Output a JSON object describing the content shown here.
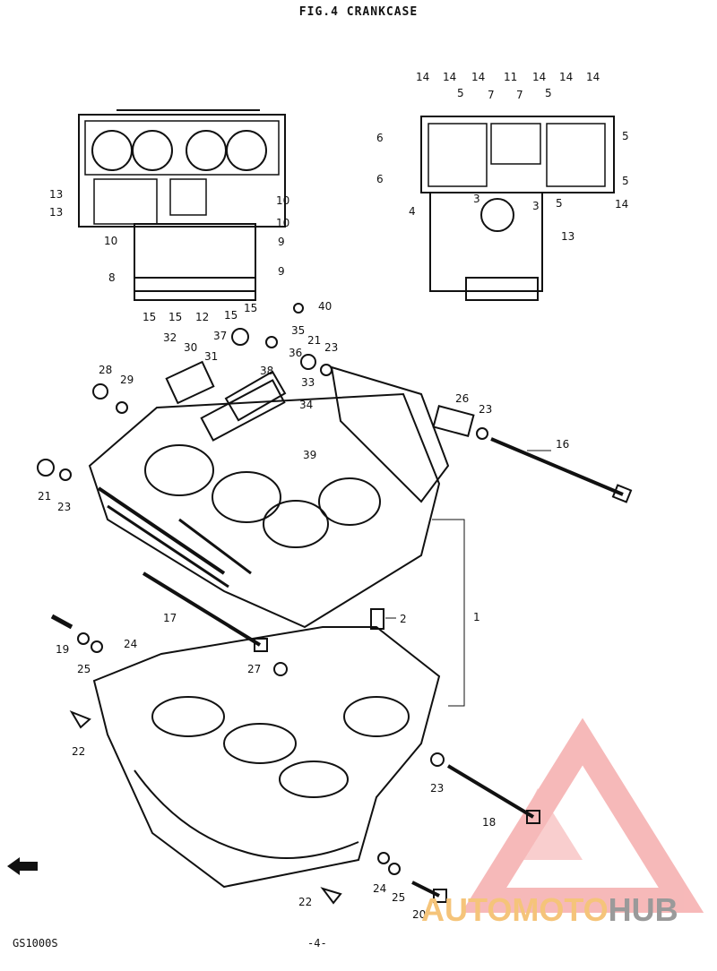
{
  "figure": {
    "title": "FIG.4 CRANKCASE",
    "model": "GS1000S",
    "page": "-4-"
  },
  "watermark": {
    "auto": "AUTOMOTO",
    "hub": "HUB",
    "accent_color": "#f08080"
  },
  "callouts": {
    "c1": "1",
    "c2": "2",
    "c3": "3",
    "c4": "4",
    "c5": "5",
    "c6": "6",
    "c7": "7",
    "c8": "8",
    "c9": "9",
    "c10": "10",
    "c11": "11",
    "c12": "12",
    "c13": "13",
    "c14": "14",
    "c15": "15",
    "c16": "16",
    "c17": "17",
    "c18": "18",
    "c19": "19",
    "c20": "20",
    "c21": "21",
    "c22": "22",
    "c23": "23",
    "c24": "24",
    "c25": "25",
    "c26": "26",
    "c27": "27",
    "c28": "28",
    "c29": "29",
    "c30": "30",
    "c31": "31",
    "c32": "32",
    "c33": "33",
    "c34": "34",
    "c35": "35",
    "c36": "36",
    "c37": "37",
    "c38": "38",
    "c39": "39",
    "c40": "40"
  }
}
